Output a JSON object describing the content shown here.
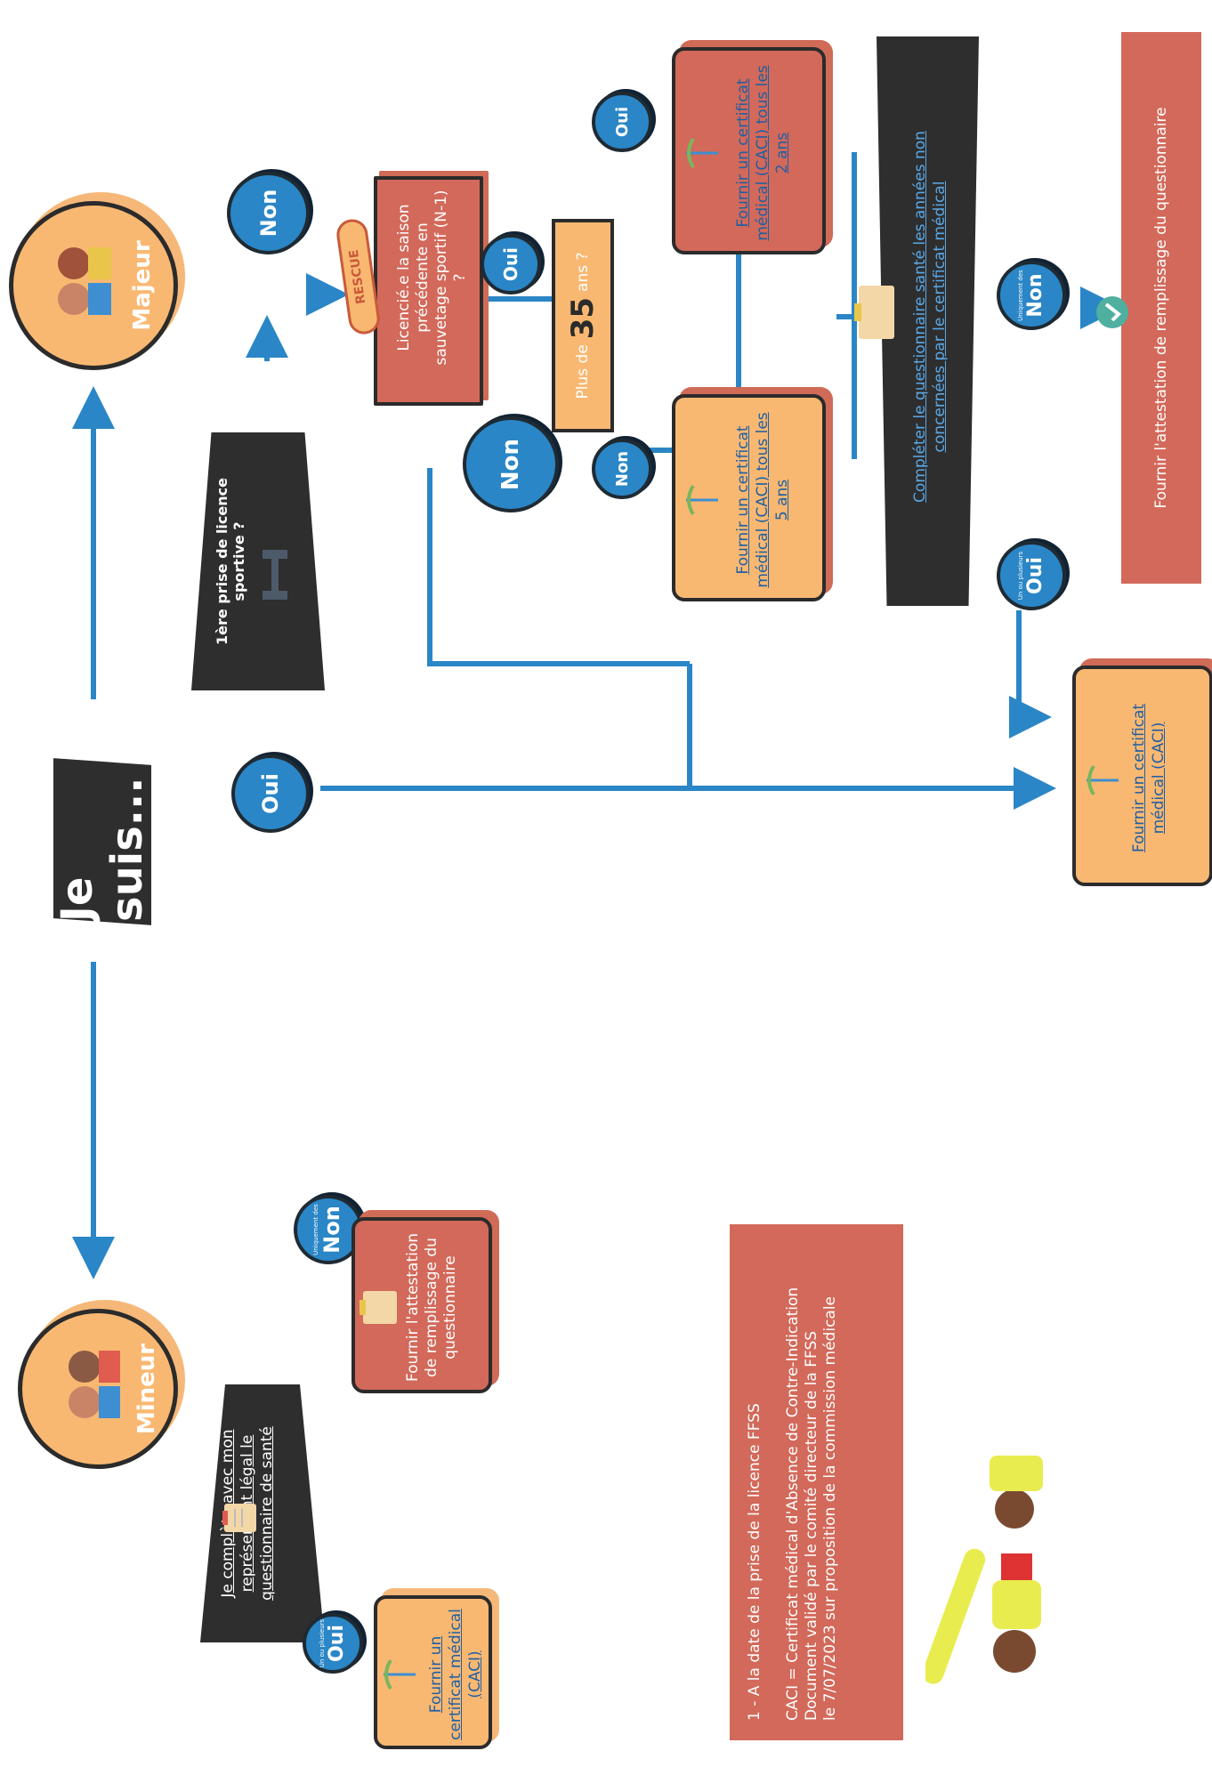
{
  "title": "Je suis...",
  "mineur": {
    "label": "Mineur",
    "question": "Je complète avec mon représentant légal le questionnaire de santé",
    "oui": {
      "pre": "Un ou plusieurs",
      "label": "Oui"
    },
    "non": {
      "pre": "Uniquement des",
      "label": "Non"
    },
    "result_oui": "Fournir un certificat médical (CACI)",
    "result_non": "Fournir l'attestation de remplissage du questionnaire"
  },
  "majeur": {
    "label": "Majeur",
    "question": "1ère prise de licence sportive ?",
    "oui": "Oui",
    "non": "Non",
    "q2": "Licencié.e la saison précédente en sauvetage sportif (N-1) ?",
    "q2_non": "Non",
    "q2_oui": "Oui",
    "q3": {
      "pre": "Plus de",
      "num": "35",
      "post": "ans ?"
    },
    "q3_non": "Non",
    "q3_oui": "Oui",
    "res_5ans": "Fournir un certificat médical (CACI) tous les 5 ans",
    "res_2ans": "Fournir un certificat médical (CACI) tous les 2 ans",
    "questionnaire": "Compléter le questionnaire santé les années non concernées par le certificat médical",
    "qn_oui": {
      "pre": "Un ou plusieurs",
      "label": "Oui"
    },
    "qn_non": {
      "pre": "Uniquement des",
      "label": "Non"
    },
    "res_caci": "Fournir un certificat médical (CACI)",
    "res_attest": "Fournir l'attestation de remplissage du questionnaire"
  },
  "rescue_tag": "RESCUE",
  "notes": {
    "line1": "1 - A la date de la prise de la licence FFSS",
    "line2": "CACI = Certificat médical d'Absence de Contre-Indication",
    "line3": "Document validé par le comité directeur de la FFSS",
    "line4": "le 7/07/2023 sur proposition de la commission médicale"
  },
  "colors": {
    "blue": "#2a86c6",
    "peach": "#f9b872",
    "red": "#d2695a",
    "dark": "#2e2e2e"
  }
}
